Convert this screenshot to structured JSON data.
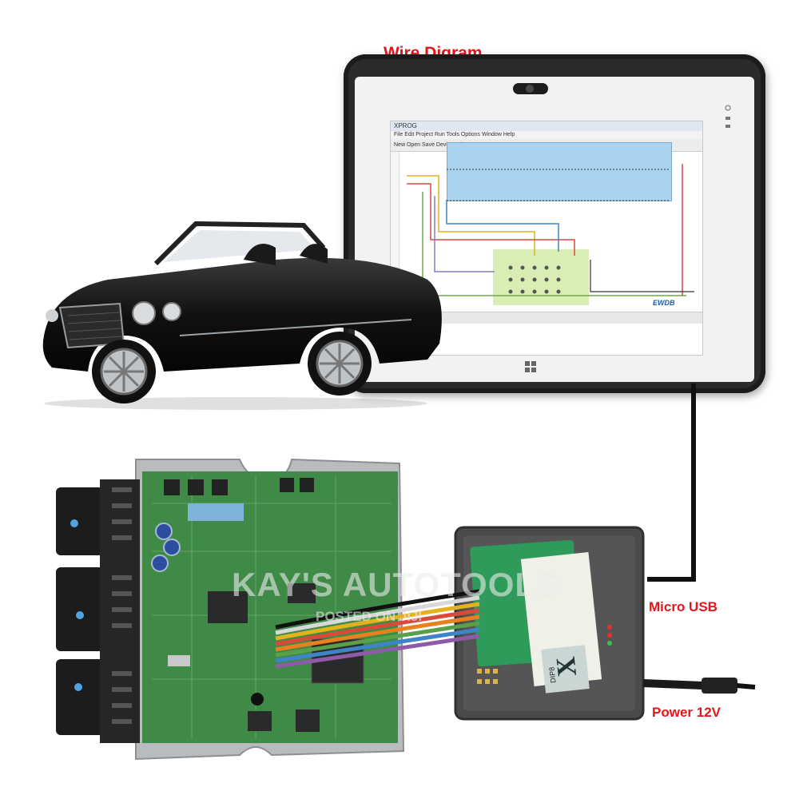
{
  "title": "Wire Digram",
  "callouts": {
    "micro_usb": "Micro USB",
    "power": "Power 12V"
  },
  "watermark": {
    "main": "KAY'S AUTOTOOLS",
    "sub": "POSTED ON JIJI"
  },
  "screen": {
    "brand": "EWDB",
    "window_title": "XPROG",
    "menu": "File  Edit  Project  Run  Tools  Options  Window  Help",
    "toolbar": "New  Open  Save   Device select"
  },
  "programmer": {
    "adapter_label": "DIP8",
    "logo": "X"
  },
  "colors": {
    "callout_red": "#e8141b",
    "pcb_green": "#3f8a47",
    "chip_blue": "#a9d3ef",
    "tablet_frame": "#2b2b2b"
  },
  "icons": {
    "windows": "windows-logo-icon",
    "camera": "camera-icon"
  }
}
